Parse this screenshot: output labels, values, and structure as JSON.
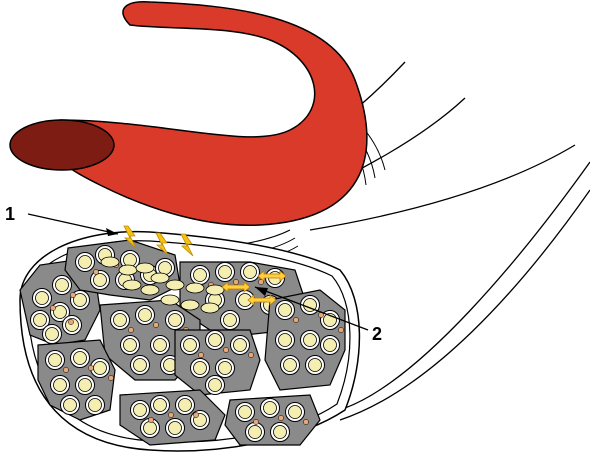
{
  "colors": {
    "vessel": "#d93a2a",
    "vessel_cut": "#7d1c12",
    "fascicle": "#8a8a8a",
    "axon": "#f4efb0",
    "axon_ring": "#ffffff",
    "small_cell": "#eaa877",
    "spark": "#f5c211",
    "arrow": "#ffcf40",
    "outline": "#000000"
  },
  "callouts": [
    {
      "id": "1",
      "label": "1"
    },
    {
      "id": "2",
      "label": "2"
    }
  ]
}
